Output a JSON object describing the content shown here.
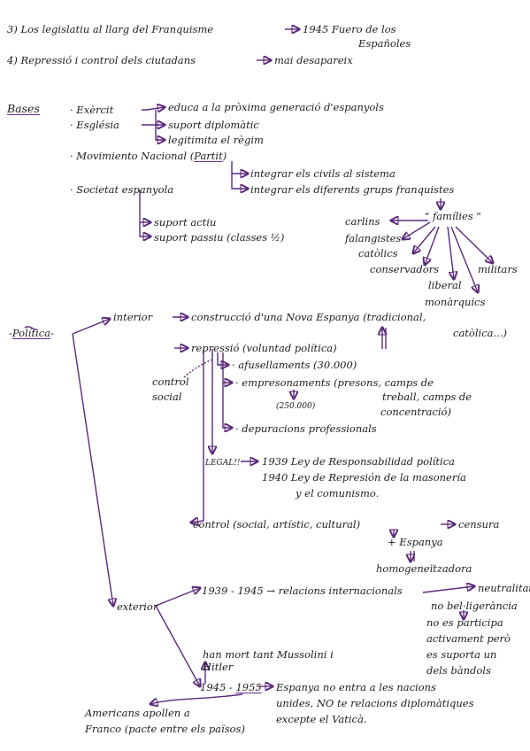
{
  "points": {
    "p3": "3) Los legislatiu al llarg del Franquisme",
    "p3_result": "1945 Fuero de los",
    "p3_result2": "Españoles",
    "p4": "4) Repressió i control dels ciutadans",
    "p4_result": "mai desapareix"
  },
  "bases": {
    "heading": "Bases",
    "exercit": "· Exèrcit",
    "esglesia": "· Església",
    "educa": "educa a la pròxima generació d'espanyols",
    "suport_diplomatic": "suport diplomàtic",
    "legitimita": "legitimita el règim",
    "movimiento_prefix": "· Movimiento Nacional (",
    "partit": "Partit",
    "movimiento_suffix": ")",
    "integrar_civils": "integrar els civils al sistema",
    "societat": "· Societat espanyola",
    "integrar_grups": "integrar els diferents grups franquistes",
    "suport_actiu": "suport actiu",
    "suport_passiu": "suport passiu (classes ½)",
    "families": "\" famílies \"",
    "carlins": "carlins",
    "falangistes": "falangistes",
    "catolics": "catòlics",
    "conservadors": "conservadors",
    "militars": "militars",
    "liberal": "liberal",
    "monarquics": "monàrquics"
  },
  "politica": {
    "heading": "Política",
    "interior": "interior",
    "construccio": "construcció d'una Nova Espanya (tradicional,",
    "catolica": "catòlica...)",
    "repressio": "repressió (voluntad política)",
    "afusellaments": "· afusellaments (30.000)",
    "empresonaments": "· empresonaments (presons, camps de",
    "treball": "treball, camps de",
    "concentracio": "concentració)",
    "count_250": "(250.000)",
    "control_social_1": "control",
    "control_social_2": "social",
    "depuracions": "· depuracions professionals",
    "legal": "LEGAL!!",
    "law_1939": "1939 Ley de Responsabilidad política",
    "law_1940": "1940 Ley de Represión de la masonería",
    "law_1940b": "y el comunismo.",
    "control": "control (social, artístic, cultural)",
    "censura": "censura",
    "espanya": "Espanya",
    "homogeneitzadora": "homogeneïtzadora",
    "exterior": "exterior",
    "relacions": "1939 - 1945 → relacions internacionals",
    "neutralitat": "neutralitat",
    "neutral_1": "no bel·ligerància",
    "neutral_2": "no es participa",
    "neutral_3": "activament però",
    "neutral_4": "es suporta un",
    "neutral_5": "dels bàndols",
    "ha_mort_1": "han mort tant Mussolini i",
    "ha_mort_2": "Hitler",
    "period_start": "1945 -",
    "period_end": "1955",
    "onu_1": "Espanya no entra a les nacions",
    "onu_2": "unides, NO te relacions diplomàtiques",
    "onu_3": "excepte el Vaticà.",
    "americans_1": "Americans apollen a",
    "americans_2": "Franco (pacte entre els països)"
  }
}
